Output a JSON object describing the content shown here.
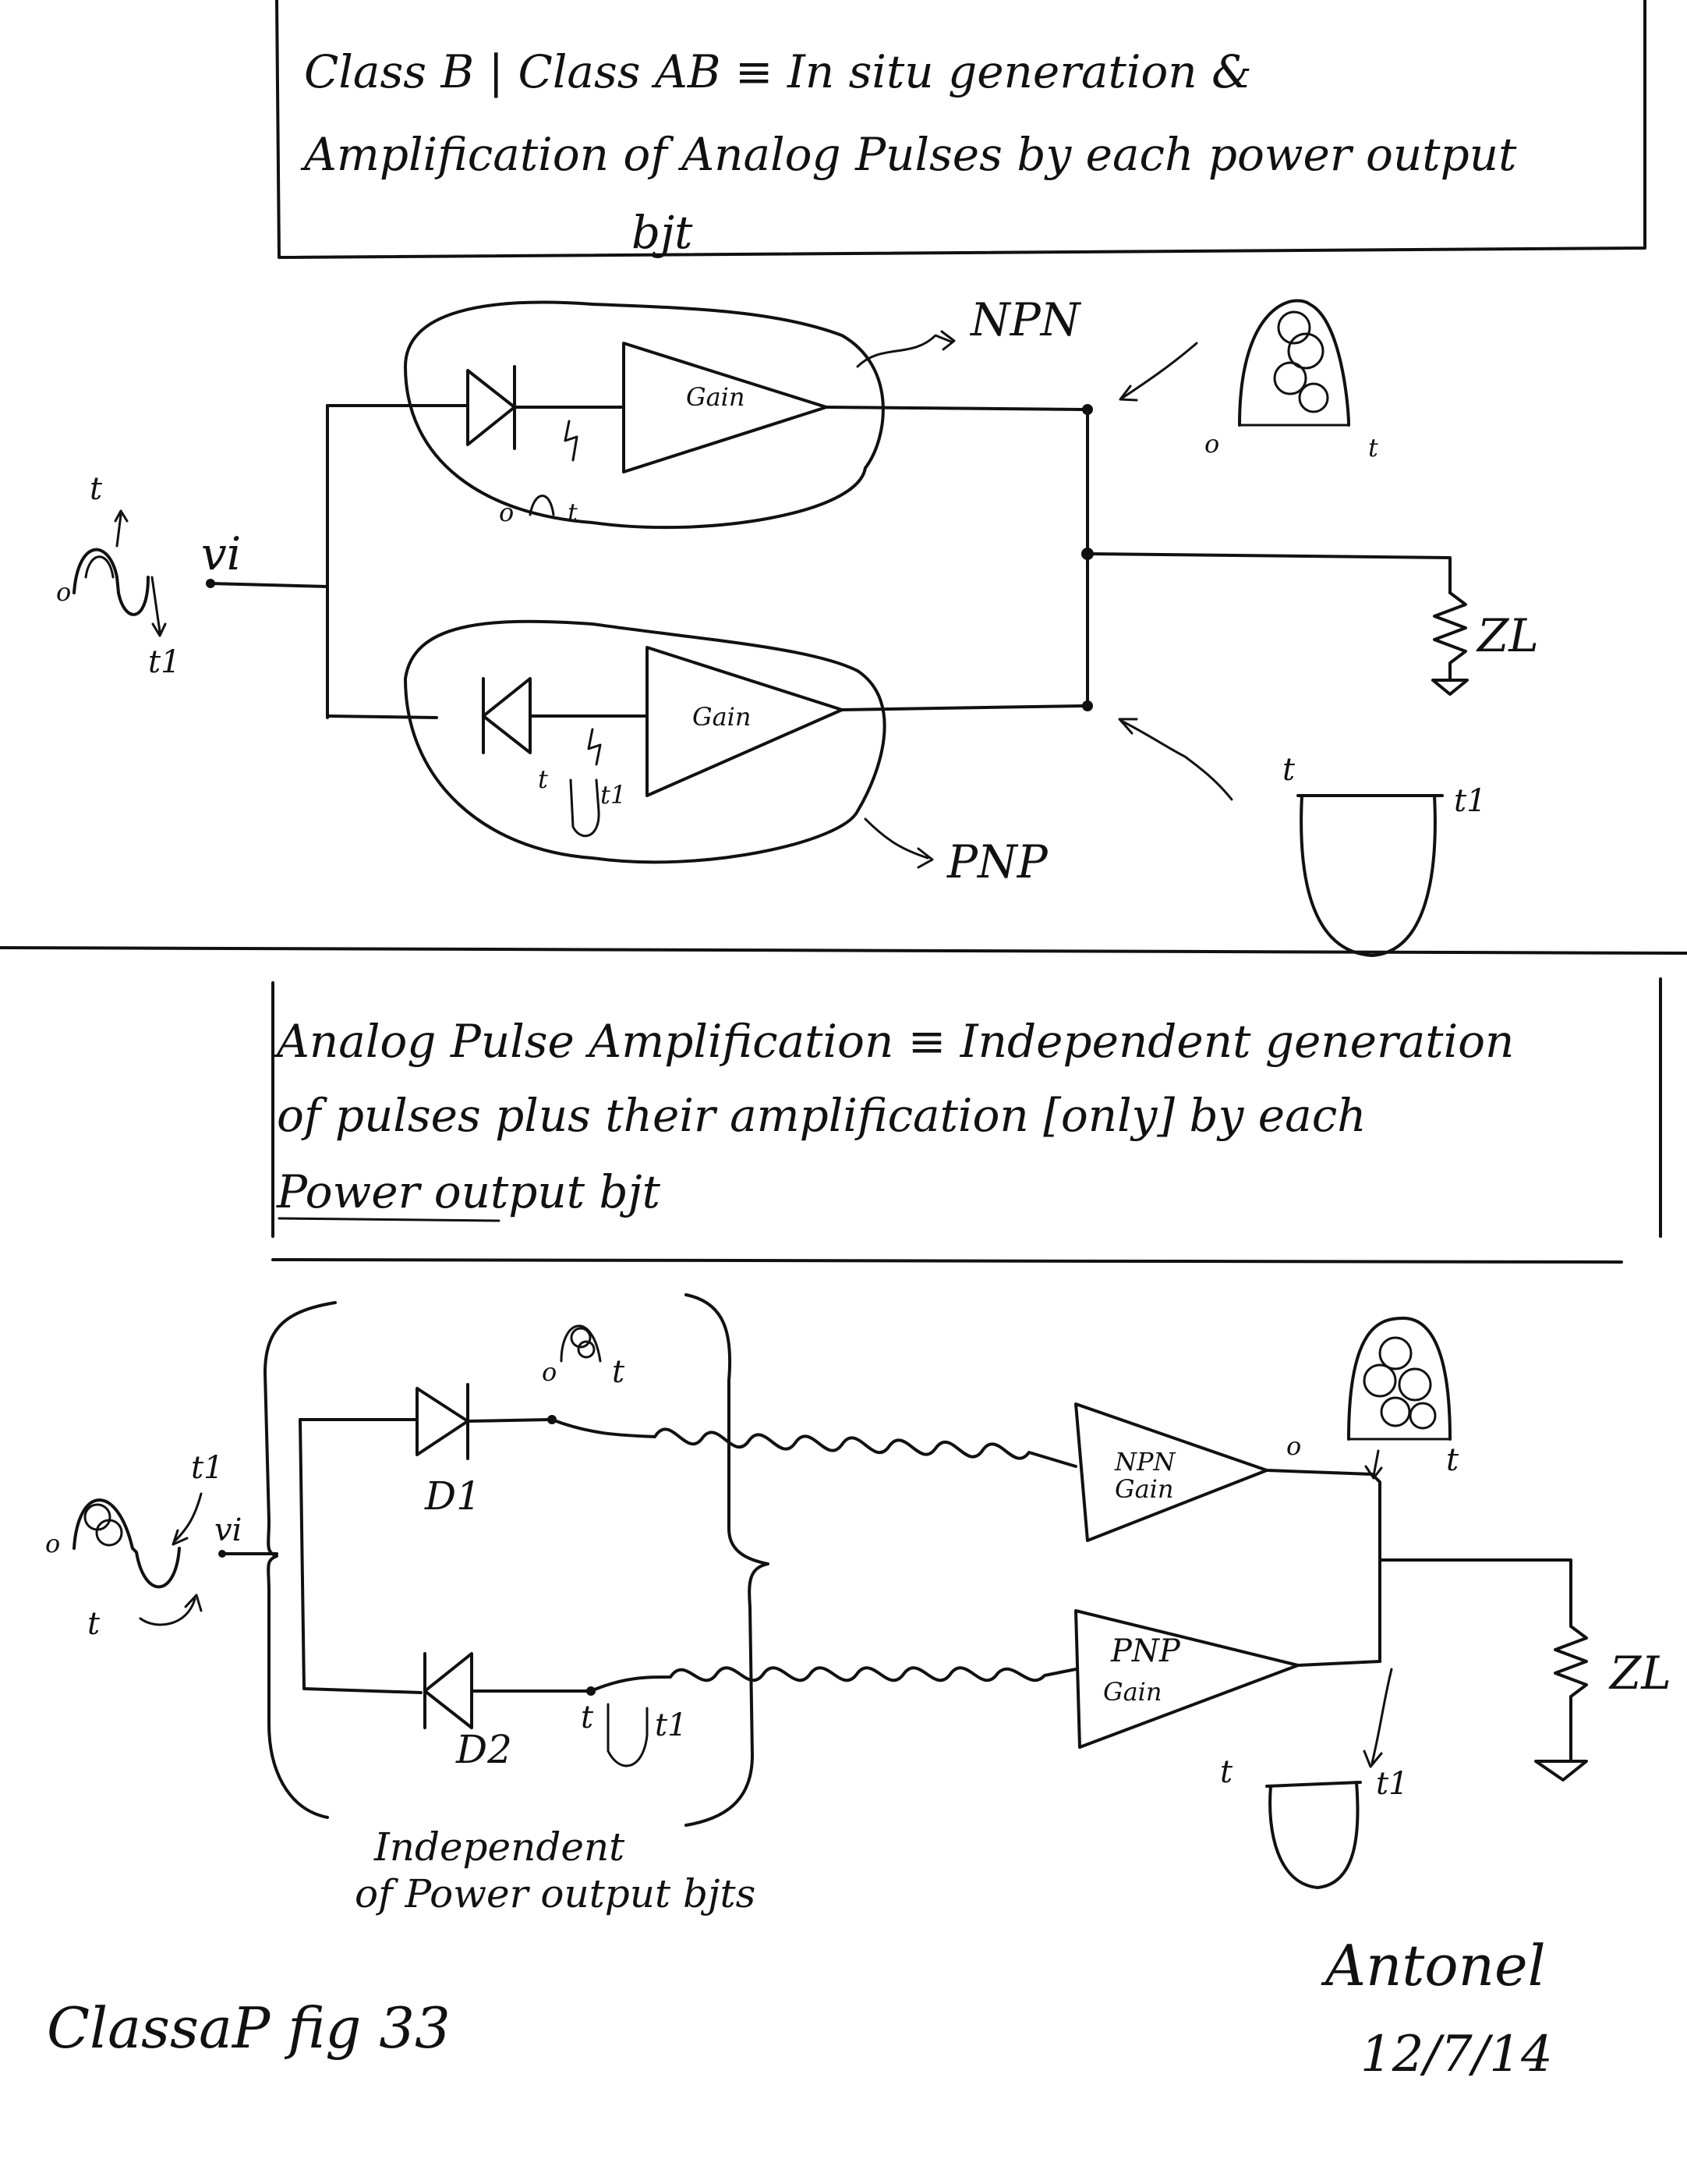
{
  "top_section": {
    "title_line1": "Class B | Class AB ≡ In situ generation &",
    "title_line2": "Amplification of Analog Pulses by each power output",
    "title_line3": "bjt",
    "input_label": "vi",
    "time_t": "t",
    "time_t1": "t1",
    "time_zero": "o",
    "npn_label": "NPN",
    "pnp_label": "PNP",
    "gain_upper": "Gain",
    "gain_lower": "Gain",
    "load_label": "ZL"
  },
  "bottom_section": {
    "title_line1": "Analog Pulse Amplification ≡ Independent generation",
    "title_line2": "of pulses plus their amplification [only] by each",
    "title_line3": "Power output bjt",
    "input_label": "vi",
    "time_t": "t",
    "time_t1": "t1",
    "time_zero": "o",
    "diode1_label": "D1",
    "diode2_label": "D2",
    "npn_gain_line1": "NPN",
    "npn_gain_line2": "Gain",
    "pnp_gain_line1": "PNP",
    "pnp_gain_line2": "Gain",
    "load_label": "ZL",
    "brace_caption_line1": "Independent",
    "brace_caption_line2": "of Power output bjts"
  },
  "footer": {
    "figure_label": "ClassaP fig 33",
    "signature": "Antonel",
    "date": "12/7/14"
  }
}
